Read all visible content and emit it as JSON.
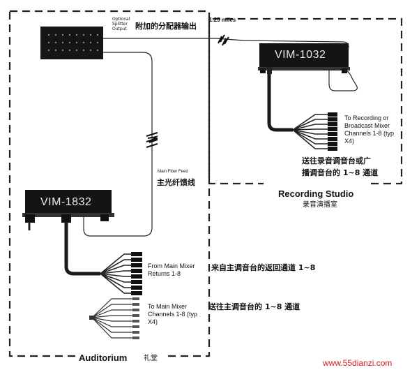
{
  "splitter": {
    "caption": "Optional Splitter Output",
    "caption_cn": "附加的分配器输出"
  },
  "link": {
    "distance": "1.25 miles",
    "feed_label": "Main Fiber Feed",
    "feed_label_cn": "主光纤馈线"
  },
  "devices": {
    "recording": "VIM-1032",
    "auditorium": "VIM-1832"
  },
  "recording_studio": {
    "title": "Recording Studio",
    "title_cn": "录音演播室",
    "fanout_label": "To Recording or Broadcast Mixer Channels 1-8 (typ X4)",
    "fanout_cn_line1": "送往录音调音台或广",
    "fanout_cn_line2": "播调音台的 1~8 通道"
  },
  "auditorium": {
    "title": "Auditorium",
    "title_cn": "礼堂",
    "returns_label": "From Main Mixer Returns 1-8",
    "returns_cn": "来自主调音台的返回通道 1~8",
    "sends_label": "To Main Mixer Channels 1-8 (typ X4)",
    "sends_cn": "送往主调音台的 1~8 通道"
  },
  "watermark": "www.55dianzi.com"
}
